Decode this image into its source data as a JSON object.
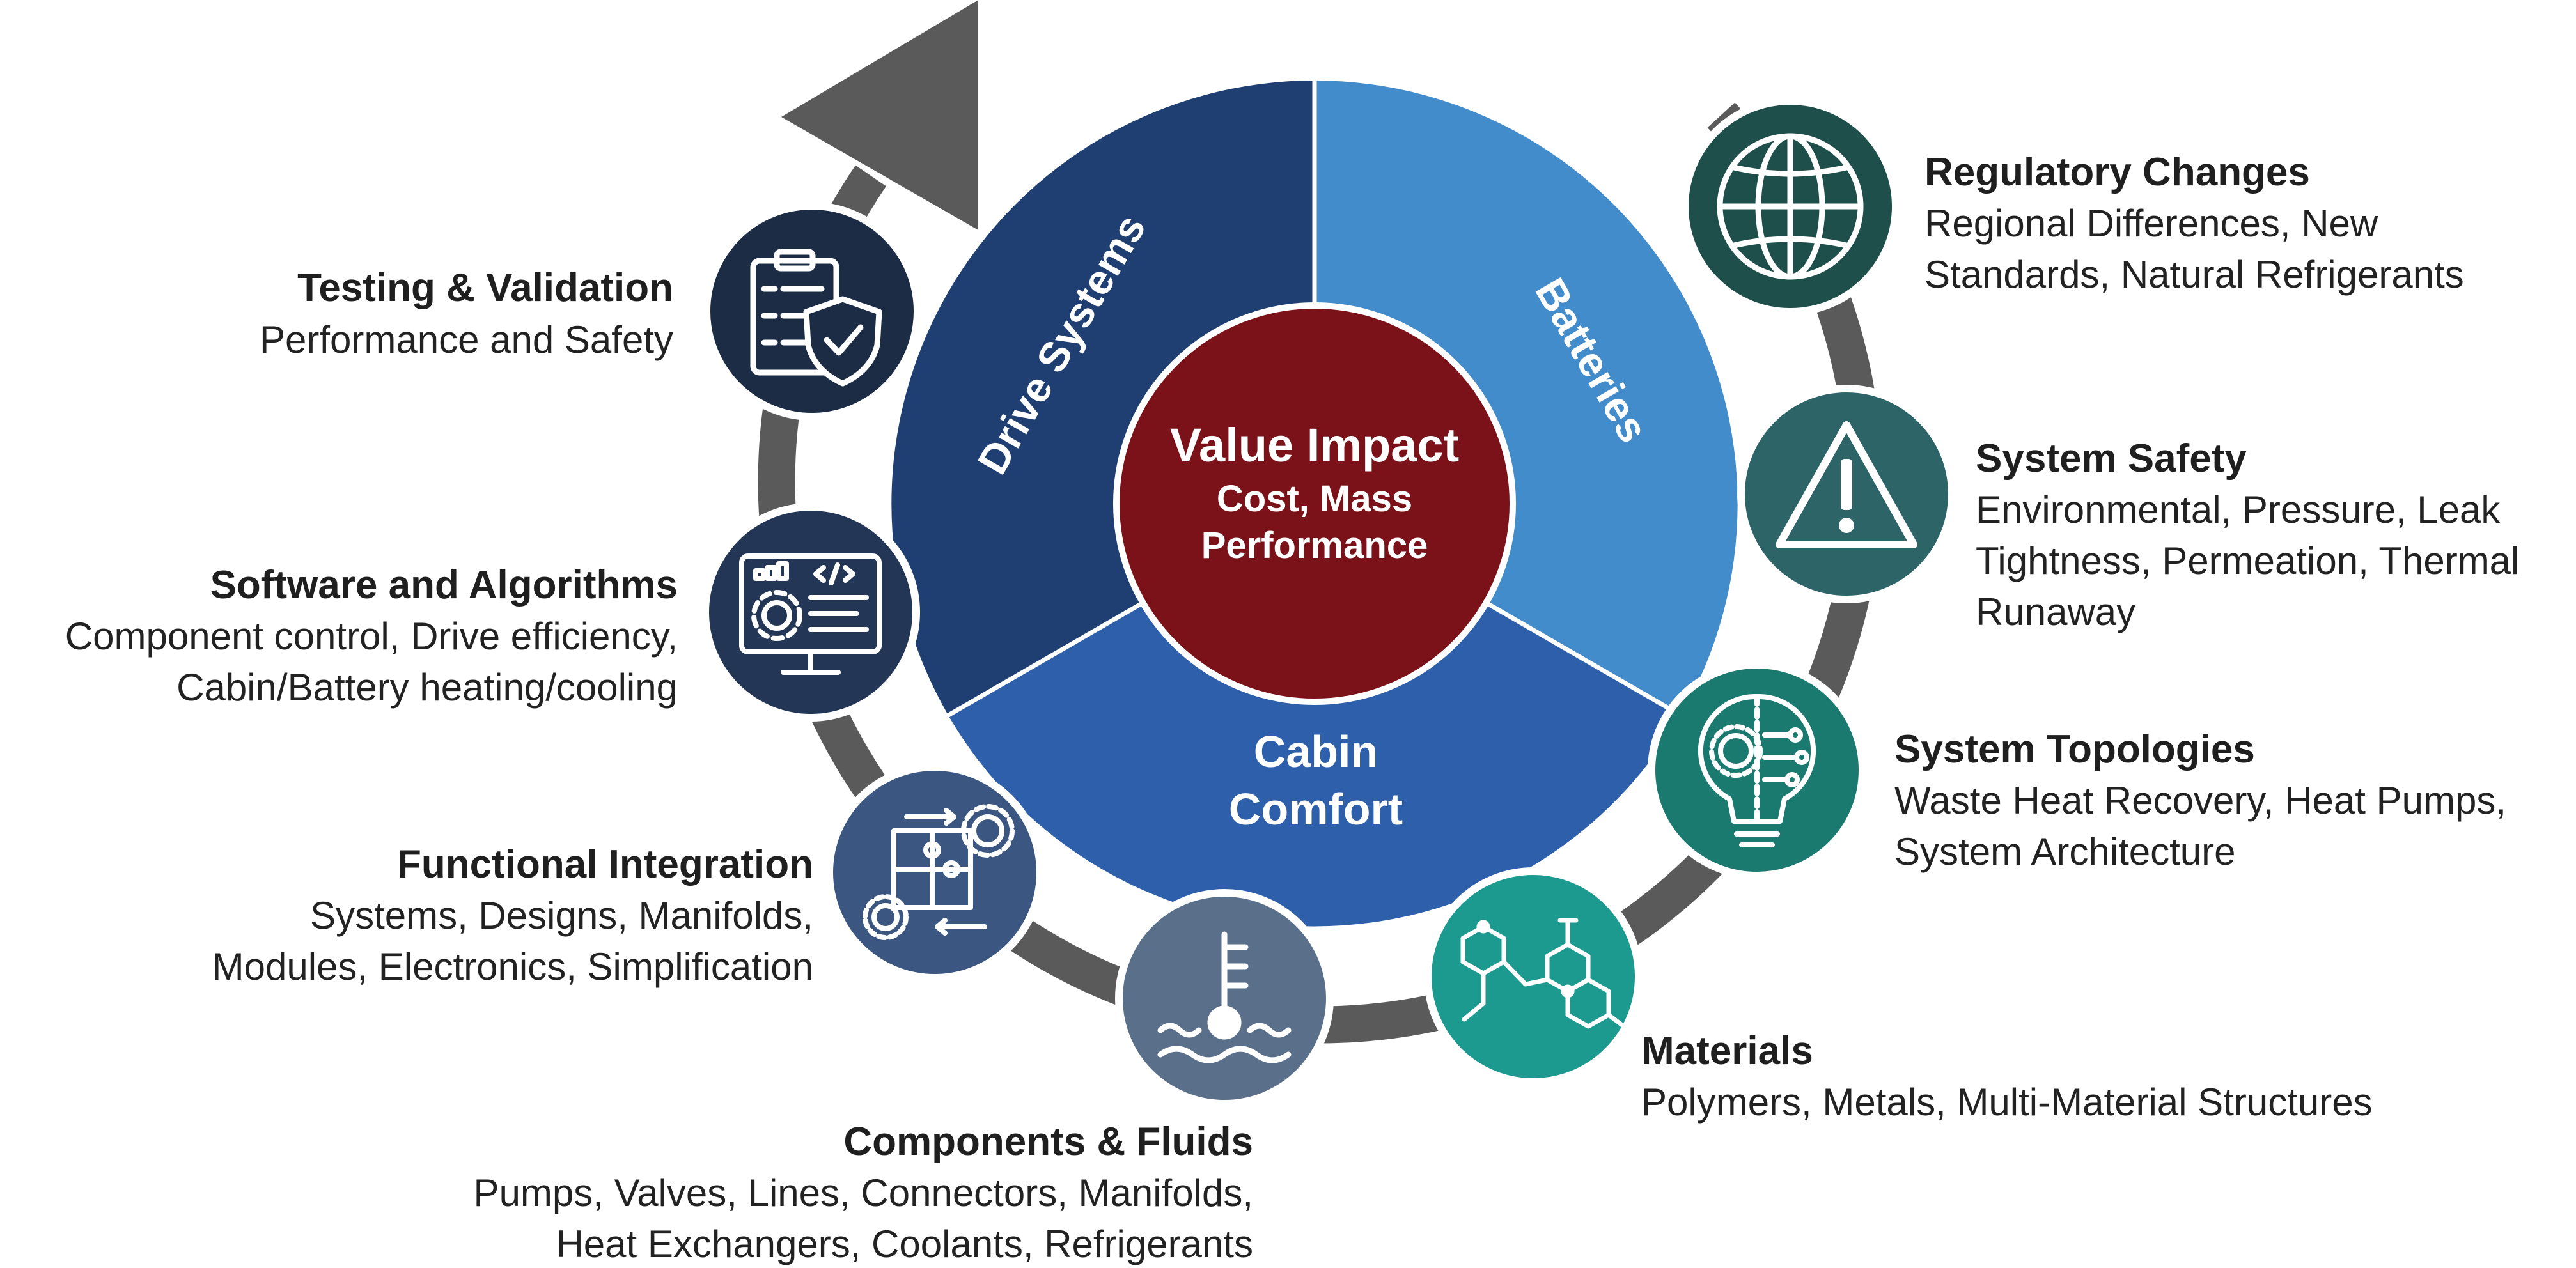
{
  "colors": {
    "arrow": "#5a5a5a",
    "drive_systems": "#1f3f73",
    "batteries": "#438ccc",
    "cabin_comfort": "#2d5fab",
    "center": "#7b1219",
    "testing": "#1c2c45",
    "software": "#233656",
    "functional": "#3b5680",
    "components": "#5a6f8a",
    "materials": "#1d9a90",
    "topologies": "#1a7a70",
    "safety": "#2d6467",
    "regulatory": "#1e4f4a"
  },
  "center": {
    "title": "Value Impact",
    "line1": "Cost, Mass",
    "line2": "Performance"
  },
  "segments": {
    "drive_systems": "Drive Systems",
    "batteries": "Batteries",
    "cabin_comfort_line1": "Cabin",
    "cabin_comfort_line2": "Comfort"
  },
  "items": {
    "testing": {
      "icon": "checklist-shield-icon",
      "title": "Testing & Validation",
      "lines": [
        "Performance and Safety"
      ]
    },
    "software": {
      "icon": "monitor-code-gear-icon",
      "title": "Software and Algorithms",
      "lines": [
        "Component control, Drive efficiency,",
        "Cabin/Battery heating/cooling"
      ]
    },
    "functional": {
      "icon": "puzzle-gears-icon",
      "title": "Functional Integration",
      "lines": [
        "Systems, Designs, Manifolds,",
        "Modules, Electronics, Simplification"
      ]
    },
    "components": {
      "icon": "coolant-temperature-icon",
      "title": "Components & Fluids",
      "lines": [
        "Pumps, Valves, Lines, Connectors, Manifolds,",
        "Heat Exchangers, Coolants, Refrigerants"
      ]
    },
    "materials": {
      "icon": "molecule-structure-icon",
      "title": "Materials",
      "lines": [
        "Polymers, Metals, Multi-Material Structures"
      ]
    },
    "topologies": {
      "icon": "lightbulb-circuit-icon",
      "title": "System Topologies",
      "lines": [
        "Waste Heat Recovery, Heat Pumps,",
        "System Architecture"
      ]
    },
    "safety": {
      "icon": "warning-triangle-icon",
      "title": "System Safety",
      "lines": [
        "Environmental, Pressure, Leak",
        "Tightness, Permeation, Thermal",
        "Runaway"
      ]
    },
    "regulatory": {
      "icon": "globe-icon",
      "title": "Regulatory Changes",
      "lines": [
        "Regional Differences, New",
        "Standards, Natural Refrigerants"
      ]
    }
  }
}
